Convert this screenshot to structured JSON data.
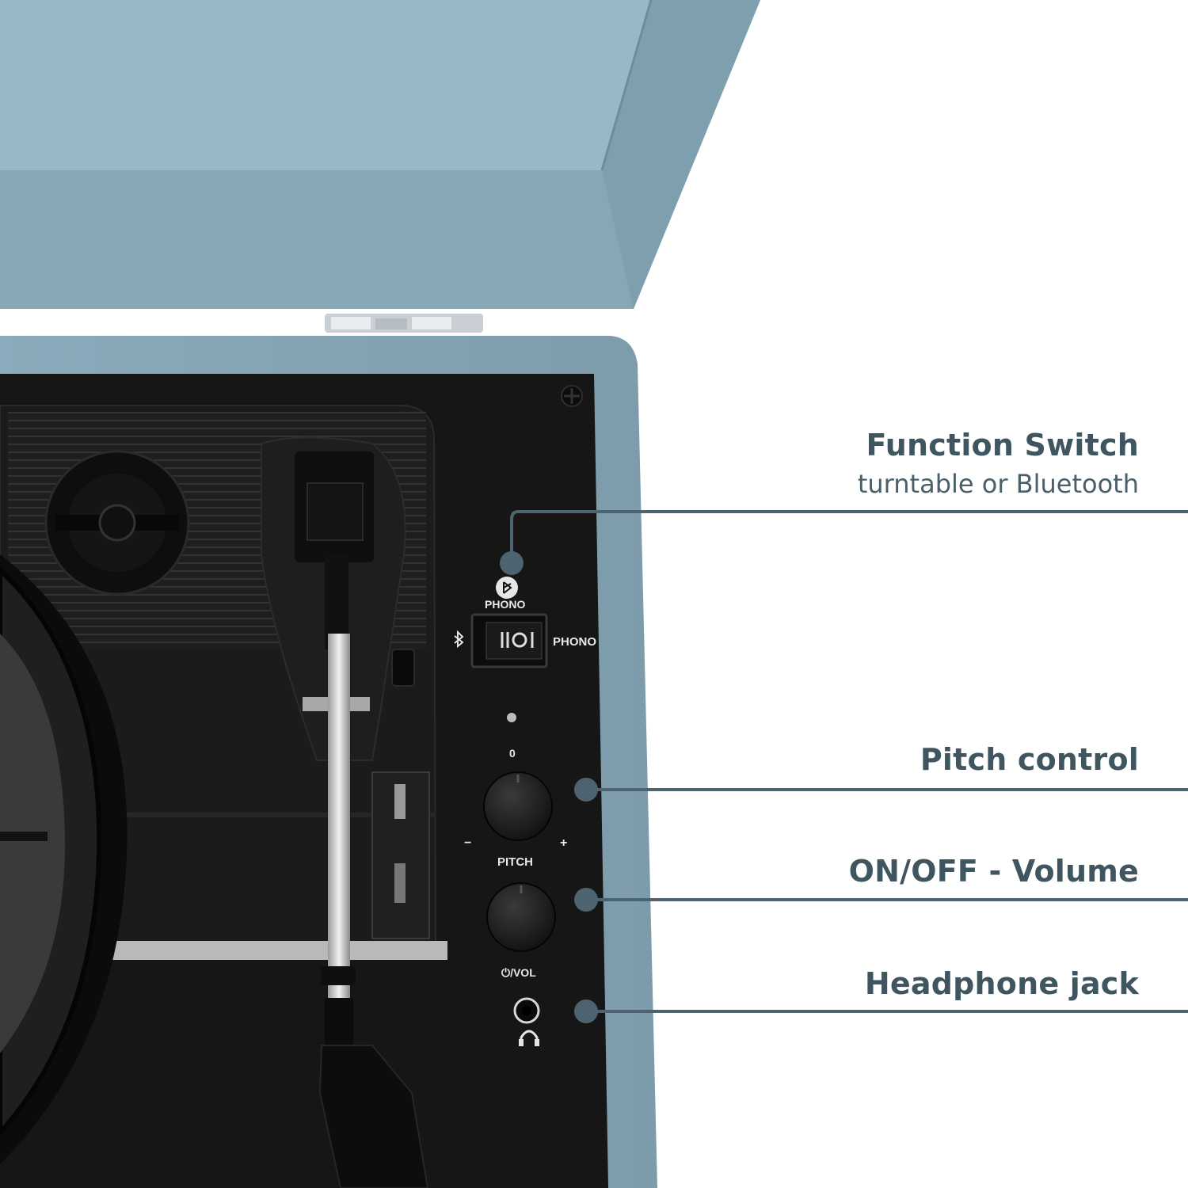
{
  "callouts": {
    "function_switch": {
      "title": "Function Switch",
      "subtitle": "turntable or Bluetooth"
    },
    "pitch": {
      "title": "Pitch control"
    },
    "volume": {
      "title": "ON/OFF - Volume"
    },
    "headphone": {
      "title": "Headphone jack"
    }
  },
  "panel": {
    "switch_top_label": "PHONO",
    "switch_right_label": "PHONO",
    "pitch_zero": "0",
    "pitch_minus": "−",
    "pitch_plus": "+",
    "pitch_label": "PITCH",
    "vol_label": "⏻/VOL"
  },
  "colors": {
    "case_blue": "#8fb0c0",
    "panel_black": "#1a1a1a",
    "callout_line": "#4d6470",
    "callout_text": "#3f5560"
  },
  "icons": {
    "bluetooth": "bluetooth-icon",
    "headphone": "headphone-icon"
  }
}
